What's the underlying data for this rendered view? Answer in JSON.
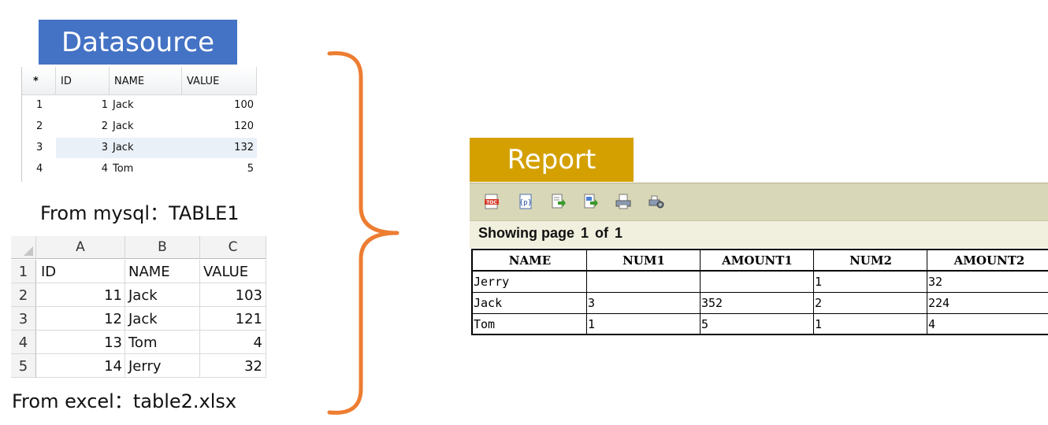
{
  "datasource_banner": "Datasource",
  "report_banner": "Report",
  "mysql": {
    "headers": [
      "*",
      "ID",
      "NAME",
      "VALUE"
    ],
    "rows": [
      [
        "1",
        "1",
        "Jack",
        "100"
      ],
      [
        "2",
        "2",
        "Jack",
        "120"
      ],
      [
        "3",
        "3",
        "Jack",
        "132"
      ],
      [
        "4",
        "4",
        "Tom",
        "5"
      ]
    ],
    "caption": "From mysql：TABLE1"
  },
  "excel": {
    "columns": [
      "A",
      "B",
      "C"
    ],
    "rows": [
      [
        "1",
        "ID",
        "NAME",
        "VALUE"
      ],
      [
        "2",
        "11",
        "Jack",
        "103"
      ],
      [
        "3",
        "12",
        "Jack",
        "121"
      ],
      [
        "4",
        "13",
        "Tom",
        "4"
      ],
      [
        "5",
        "14",
        "Jerry",
        "32"
      ]
    ],
    "caption": "From excel：table2.xlsx"
  },
  "report": {
    "toolbar_icons": [
      "toc-icon",
      "page-param-icon",
      "export-icon",
      "export-all-icon",
      "print-icon",
      "print-setup-icon"
    ],
    "page_info": {
      "showing": "Showing page",
      "current": "1",
      "of": "of",
      "total": "1"
    },
    "headers": [
      "NAME",
      "NUM1",
      "AMOUNT1",
      "NUM2",
      "AMOUNT2"
    ],
    "rows": [
      [
        "Jerry",
        "",
        "",
        "1",
        "32"
      ],
      [
        "Jack",
        "3",
        "352",
        "2",
        "224"
      ],
      [
        "Tom",
        "1",
        "5",
        "1",
        "4"
      ]
    ]
  },
  "colors": {
    "datasource_banner": "#4472c4",
    "report_banner": "#d4a000",
    "brace": "#ed7d31"
  }
}
